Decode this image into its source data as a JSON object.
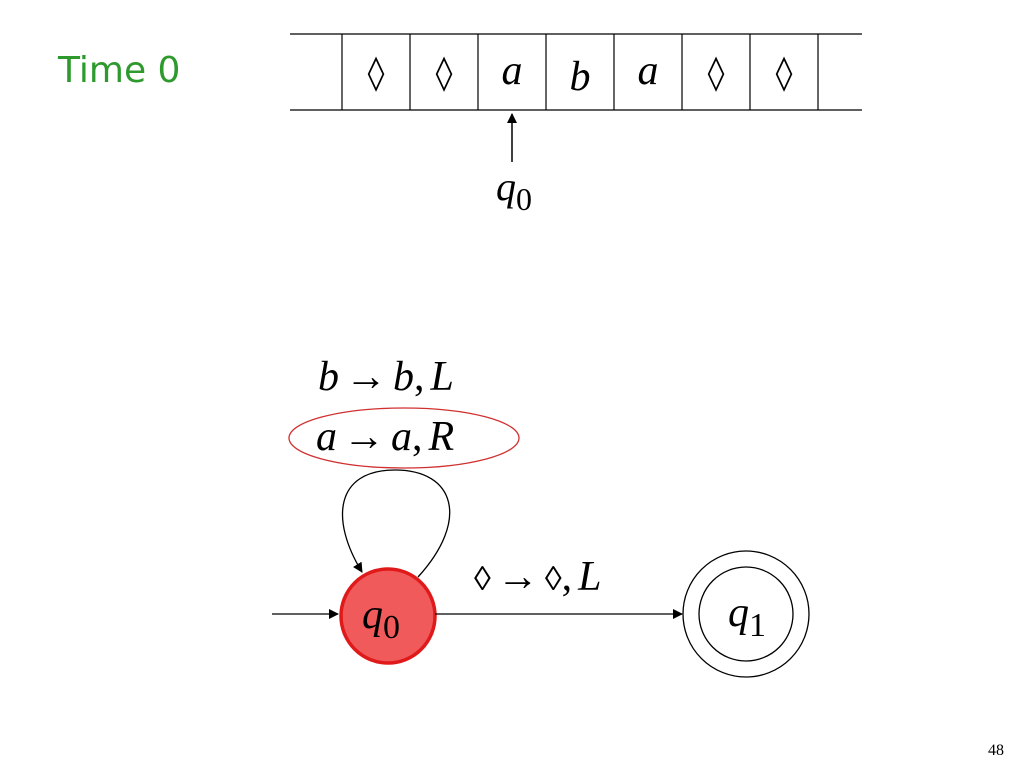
{
  "header": {
    "time_label": "Time 0"
  },
  "tape": {
    "cells": [
      "◊",
      "◊",
      "a",
      "b",
      "a",
      "◊",
      "◊"
    ],
    "head_index": 2,
    "head_state": {
      "base": "q",
      "sub": "0"
    }
  },
  "diagram": {
    "states": [
      {
        "id": "q0",
        "base": "q",
        "sub": "0",
        "initial": true,
        "accepting": false,
        "current": true
      },
      {
        "id": "q1",
        "base": "q",
        "sub": "1",
        "initial": false,
        "accepting": true,
        "current": false
      }
    ],
    "transitions": [
      {
        "from": "q0",
        "to": "q0",
        "labels": [
          {
            "read": "b",
            "write": "b",
            "move": "L",
            "highlighted": false
          },
          {
            "read": "a",
            "write": "a",
            "move": "R",
            "highlighted": true
          }
        ]
      },
      {
        "from": "q0",
        "to": "q1",
        "labels": [
          {
            "read": "◊",
            "write": "◊",
            "move": "L",
            "highlighted": false
          }
        ]
      }
    ],
    "arrow_symbol": "→"
  },
  "colors": {
    "time_label": "#2e9a2e",
    "current_state_fill": "#f05a5a",
    "current_state_stroke": "#e01a1a",
    "highlight_ellipse": "#d03030"
  },
  "footer": {
    "slide_number": "48"
  }
}
